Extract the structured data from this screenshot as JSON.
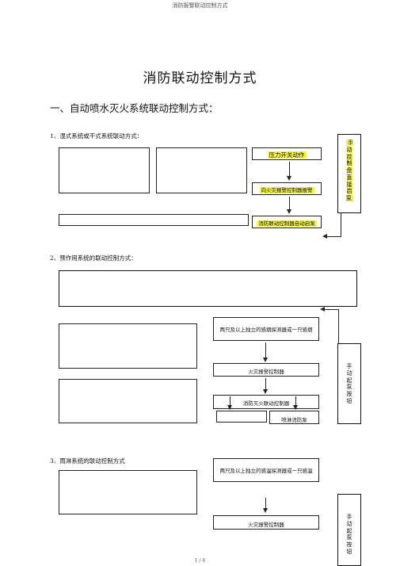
{
  "header": {
    "text": "消防报警联动控制方式"
  },
  "doc": {
    "title": "消防联动控制方式",
    "section1": "一、自动喷水灭火系统联动控制方式：",
    "sub1": "1、湿式系统或干式系统联动方式：",
    "sub2": "2、预作用系统的联动控制方式：",
    "sub3": "3、雨淋系统的联动控制方式"
  },
  "flow1": {
    "step1": "压力开关动作",
    "step2": "向火灾报警控制器报警",
    "step3": "消防联动控制器自动启泵",
    "side": "手动控制盘直接启泵"
  },
  "flow2": {
    "step1": "两只及以上独立的感烟探测器或一只感烟",
    "step2": "火灾报警控制器",
    "step3": "消防灭火联动控制器",
    "step4": "喷淋消防泵",
    "side": "手动起泵按钮"
  },
  "flow3": {
    "step1": "两只及以上独立的感温探测器或一只感温",
    "step2": "火灾报警控制器",
    "side": "手动起泵按钮"
  },
  "footer": {
    "page": "1 / 6"
  }
}
